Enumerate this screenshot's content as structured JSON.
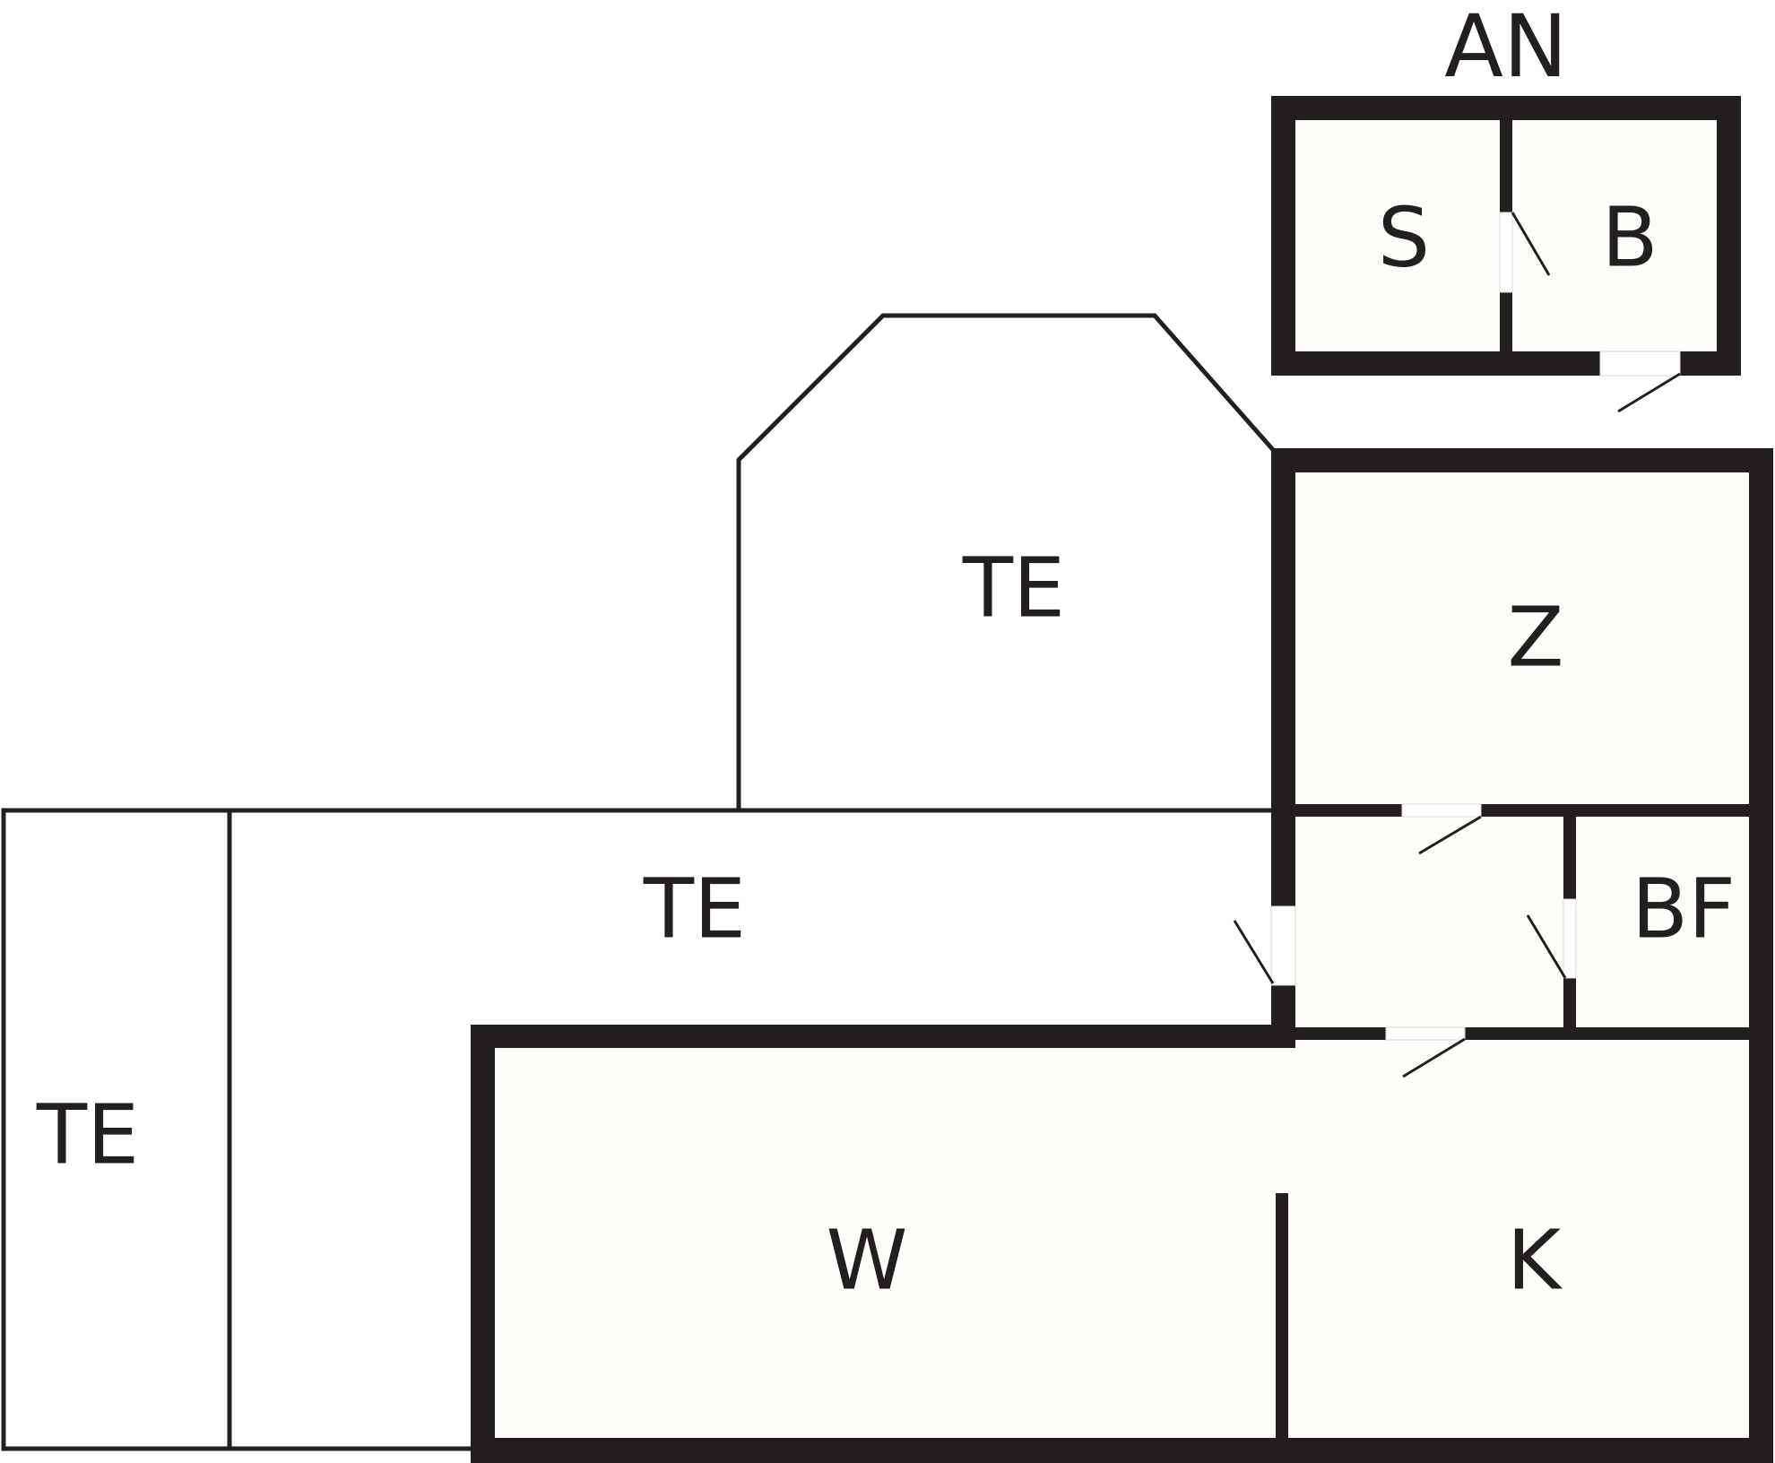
{
  "floorplan": {
    "annex_title": "AN",
    "rooms": {
      "annex_s": "S",
      "annex_b": "B",
      "terrace_upper": "TE",
      "terrace_middle": "TE",
      "terrace_left": "TE",
      "z": "Z",
      "bf": "BF",
      "w": "W",
      "k": "K"
    }
  }
}
